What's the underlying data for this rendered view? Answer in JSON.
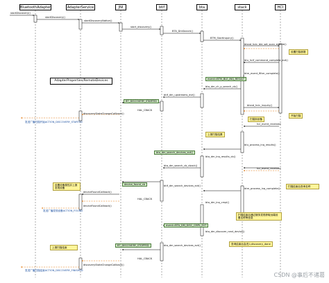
{
  "lifelines": [
    "BluetoothAdapter",
    "AdapterService",
    "JNI",
    "btif",
    "bta",
    "stack",
    "HCI"
  ],
  "section_title": "AdapterProperties/RemoteDevices",
  "messages": {
    "m1": "startDiscovery()",
    "m2": "startDiscovery()",
    "m3": "startDiscoveryNative()",
    "m4": "start_discovery()",
    "m5": "BTA_DmSearch()",
    "m6": "BTM_StartInquiry()",
    "m7": "btsnd_hcic_ble_set_scan_enable()",
    "m8": "btu_hcif_command_complete_evt()",
    "m9": "btm_event_filter_complete()",
    "m10": "bta_dm_ch_p_search_cb()",
    "m11": "btif_dm_upstreams_evt()",
    "m12": "HAL_CBACK",
    "m13": "discoveryStateChangeCallback()",
    "m14": "btsnd_hcic_inquiry()",
    "m15": "hci_event_received",
    "m16": "btu_process_inq_results()",
    "m17": "bta_dm_inq_results_cb()",
    "m18": "bta_dm_search_cb_cback()",
    "m19": "btif_dm_search_devices_evt()",
    "m20": "HAL_CBACK",
    "m21": "deviceFoundCallback()",
    "m22": "deviceFoundCallback()",
    "m23": "btm_process_inq_complete()",
    "m24": "bta_dm_inq_cmpl()",
    "m25": "bta_dm_discover_next_device()",
    "m26": "bta_dm_search_devices_evt()",
    "m27": "HAL_CBACK",
    "m28": "discoveryStateChangeCallback()"
  },
  "broadcasts": {
    "b1": "发送广播扫描开始ACTION_DISCOVERY_STARTED",
    "b2": "发送广播发现设备ACTION_FOUND",
    "b3": "发送广播扫描结束ACTION_DISCOVERY_FINISHED"
  },
  "notes": {
    "n1": "BT_DISCOVERY_STARTED",
    "n2": "event=BTM_BLE_INQ_RESULT",
    "n3": "bta_dm_search_devices_evt()",
    "n4": "device_found_cb",
    "n5": "event=BTA_DM_DISC_CMPL_EVT",
    "n6": "BT_DISCOVERY_STOPPED",
    "y1": "设置扫描参数",
    "y2": "开始扫描",
    "y3": "扫描到设备",
    "y4": "上报扫描结果",
    "y5": "设置设备属性并上报发现设备",
    "y6": "扫描结束后查询名称",
    "y7": "扫描结束后通过服务发现获取远端设备名称等信息",
    "y8": "查询结束后会进入discovery_done",
    "y9": "上报扫描结束"
  },
  "watermark": "CSDN @事后不诸葛"
}
